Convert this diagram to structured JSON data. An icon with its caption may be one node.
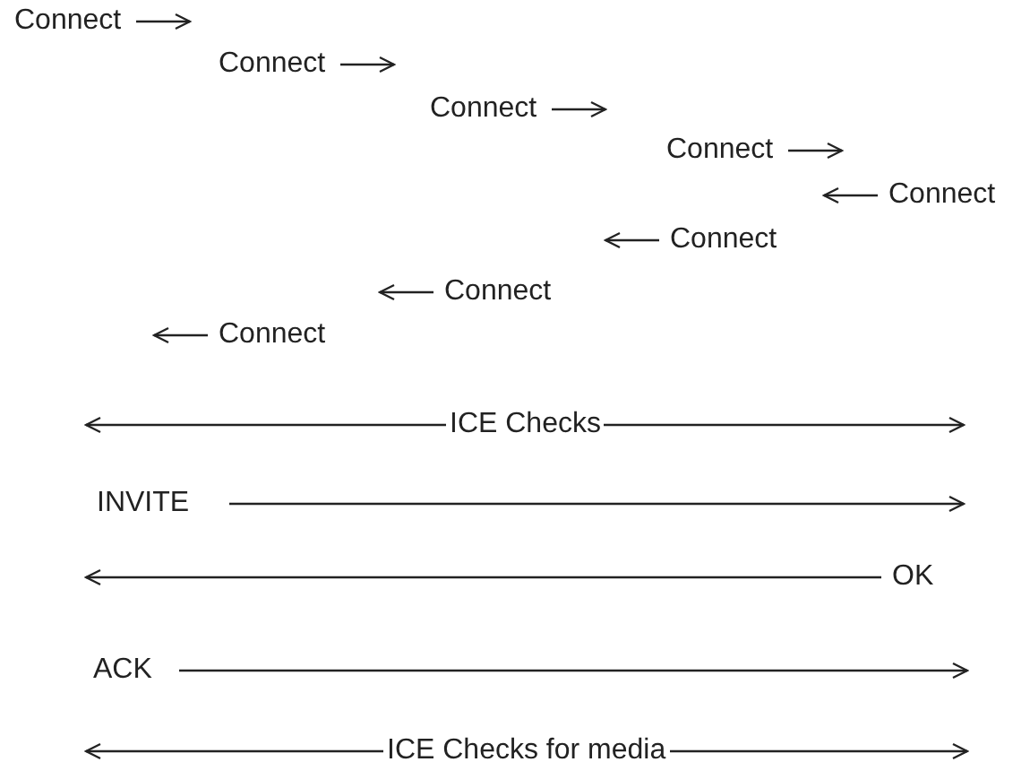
{
  "diagram": {
    "labels": [
      "Connect",
      "Connect",
      "Connect",
      "Connect",
      "Connect",
      "Connect",
      "Connect",
      "Connect",
      "ICE Checks",
      "INVITE",
      "OK",
      "ACK",
      "ICE Checks for media"
    ]
  }
}
